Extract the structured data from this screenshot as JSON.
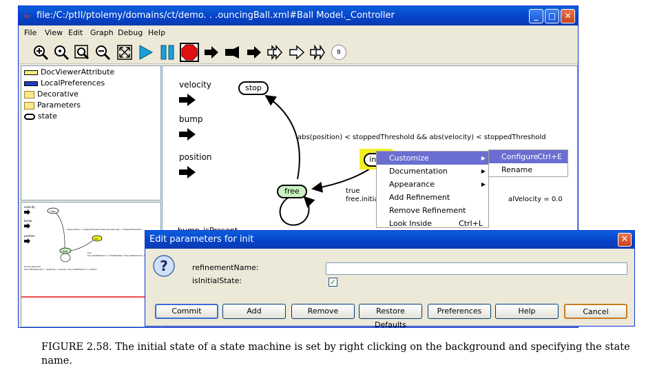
{
  "window": {
    "title": "file:/C:/ptII/ptolemy/domains/ct/demo. . .ouncingBall.xml#Ball Model._Controller",
    "minimize": "_",
    "maximize": "□",
    "close": "✕"
  },
  "menubar": [
    "File",
    "View",
    "Edit",
    "Graph",
    "Debug",
    "Help"
  ],
  "toolbar": {
    "icons": [
      "zoom-in-icon",
      "zoom-reset-icon",
      "zoom-fit-icon",
      "zoom-out-icon",
      "fullscreen-icon",
      "run-icon",
      "pause-icon",
      "stop-icon",
      "step-icon",
      "step-bar-icon",
      "step-fwd-icon",
      "step-double-icon",
      "step-outline-icon",
      "step-double-outline-icon",
      "extra-icon"
    ],
    "extra_label": "B"
  },
  "tree": {
    "items": [
      {
        "label": "DocViewerAttribute",
        "icon": "doc-viewer-icon"
      },
      {
        "label": "LocalPreferences",
        "icon": "preferences-icon"
      },
      {
        "label": "Decorative",
        "icon": "folder-icon"
      },
      {
        "label": "Parameters",
        "icon": "folder-icon"
      },
      {
        "label": "state",
        "icon": "state-icon"
      }
    ]
  },
  "canvas": {
    "ports": [
      "velocity",
      "bump",
      "position",
      "bump_isPresent"
    ],
    "states": {
      "stop": "stop",
      "free": "free",
      "init": "init"
    },
    "guard_stop": "abs(position) < stoppedThreshold && abs(velocity) < stoppedThreshold",
    "transition_true": "true",
    "transition_free": "free.initial",
    "transition_velocity": "alVelocity = 0.0"
  },
  "context_menu": {
    "items": [
      {
        "label": "Customize",
        "submenu": true
      },
      {
        "label": "Documentation",
        "submenu": true
      },
      {
        "label": "Appearance",
        "submenu": true
      },
      {
        "label": "Add Refinement"
      },
      {
        "label": "Remove Refinement"
      },
      {
        "label": "Look Inside",
        "accel": "Ctrl+L"
      }
    ],
    "submenu": [
      {
        "label": "Configure",
        "accel": "Ctrl+E"
      },
      {
        "label": "Rename"
      }
    ]
  },
  "dialog": {
    "title": "Edit parameters for init",
    "close": "✕",
    "fields": {
      "refinementName_label": "refinementName:",
      "refinementName_value": "",
      "isInitialState_label": "isInitialState:",
      "isInitialState_checked": "✓"
    },
    "buttons": [
      "Commit",
      "Add",
      "Remove",
      "Restore Defaults",
      "Preferences",
      "Help",
      "Cancel"
    ]
  },
  "caption": "FIGURE 2.58. The initial state of a state machine is set by right clicking on the background and specifying the state name.",
  "colors": {
    "title_bar": "#0a5fdc",
    "highlight": "#6a6ed0",
    "free_state_fill": "#c8f0c0",
    "init_state_fill": "#f0f020",
    "run_icon": "#1aa0d8",
    "stop_icon": "#e01010"
  }
}
